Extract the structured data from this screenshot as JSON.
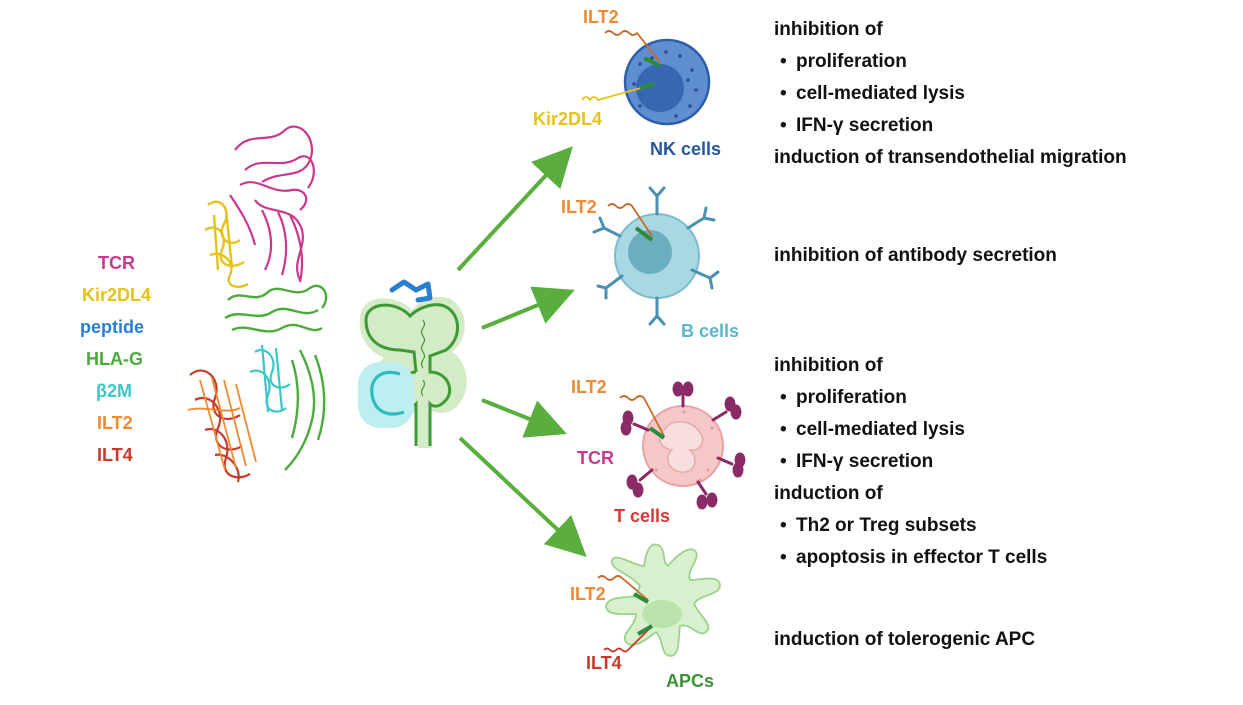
{
  "legend": [
    {
      "label": "TCR",
      "color": "#c9378f"
    },
    {
      "label": "Kir2DL4",
      "color": "#e6c21a"
    },
    {
      "label": "peptide",
      "color": "#2b7fd1"
    },
    {
      "label": "HLA-G",
      "color": "#4caa3c"
    },
    {
      "label": "β2M",
      "color": "#3cc7c7"
    },
    {
      "label": "ILT2",
      "color": "#ee8a32"
    },
    {
      "label": "ILT4",
      "color": "#c73a2c"
    }
  ],
  "cells": {
    "nk": {
      "name": "NK cells",
      "receptor_a": "ILT2",
      "receptor_b": "Kir2DL4",
      "color": "#25579a"
    },
    "b": {
      "name": "B cells",
      "receptor_a": "ILT2",
      "color": "#59b7c9"
    },
    "t": {
      "name": "T cells",
      "receptor_a": "ILT2",
      "receptor_b": "TCR",
      "color": "#d63a36"
    },
    "apc": {
      "name": "APCs",
      "receptor_a": "ILT2",
      "receptor_b": "ILT4",
      "color": "#3e8f3a"
    }
  },
  "effects": {
    "nk": {
      "head": "inhibition of",
      "items": [
        "proliferation",
        "cell-mediated lysis",
        "IFN-γ secretion"
      ],
      "tail": "induction of transendothelial migration"
    },
    "b": {
      "head": "inhibition of antibody secretion"
    },
    "t": {
      "head": "inhibition of",
      "items": [
        "proliferation",
        "cell-mediated lysis",
        "IFN-γ secretion"
      ],
      "head2": "induction of",
      "items2": [
        "Th2 or Treg subsets",
        "apoptosis in effector T cells"
      ]
    },
    "apc": {
      "head": "induction of tolerogenic APC"
    }
  },
  "colors": {
    "arrow": "#5aae3e",
    "hla_g": "#4caa3c",
    "beta2m": "#3cc7c7",
    "peptide": "#2b7fd1",
    "ilt2": "#ee8a32",
    "ilt4": "#c73a2c",
    "kir2dl4": "#e6c21a",
    "tcr": "#c9378f"
  }
}
